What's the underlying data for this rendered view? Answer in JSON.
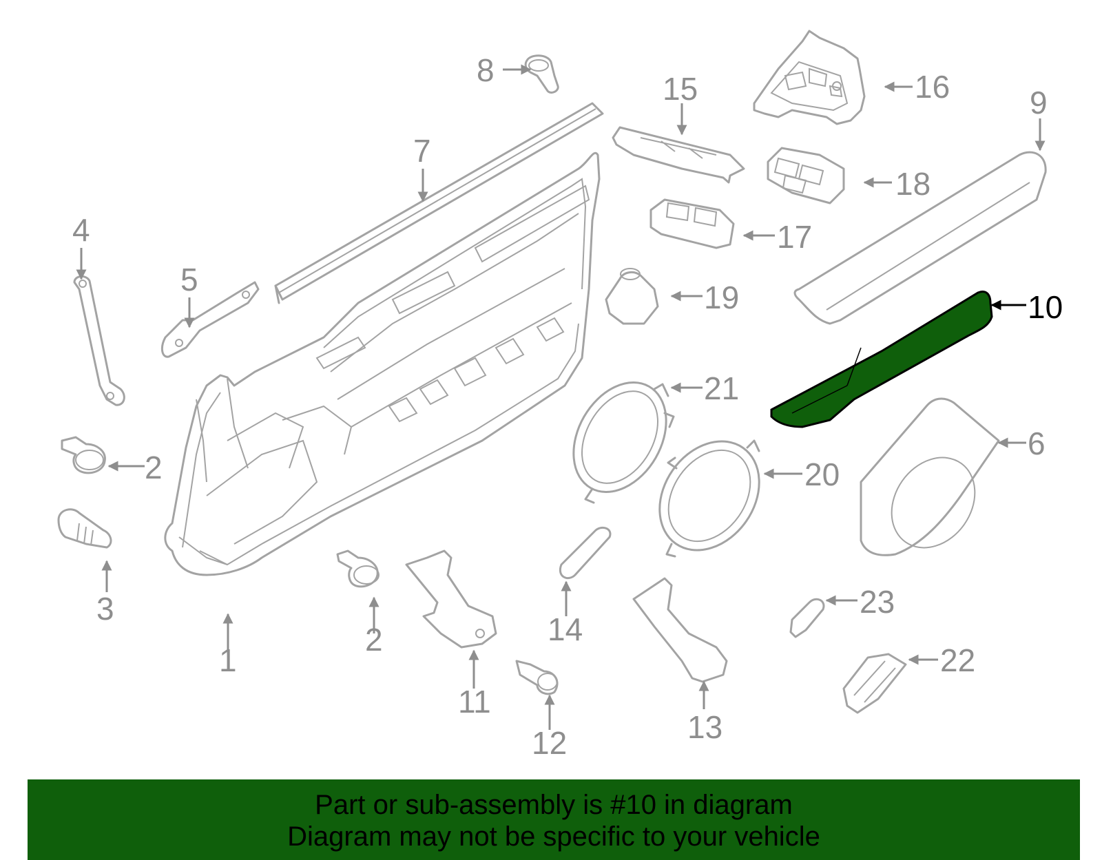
{
  "diagram": {
    "highlight_color": "#0f5f0b",
    "callouts": [
      {
        "id": "1",
        "label": "1"
      },
      {
        "id": "2a",
        "label": "2"
      },
      {
        "id": "2b",
        "label": "2"
      },
      {
        "id": "3",
        "label": "3"
      },
      {
        "id": "4",
        "label": "4"
      },
      {
        "id": "5",
        "label": "5"
      },
      {
        "id": "6",
        "label": "6"
      },
      {
        "id": "7",
        "label": "7"
      },
      {
        "id": "8",
        "label": "8"
      },
      {
        "id": "9",
        "label": "9"
      },
      {
        "id": "10",
        "label": "10",
        "highlighted": true
      },
      {
        "id": "11",
        "label": "11"
      },
      {
        "id": "12",
        "label": "12"
      },
      {
        "id": "13",
        "label": "13"
      },
      {
        "id": "14",
        "label": "14"
      },
      {
        "id": "15",
        "label": "15"
      },
      {
        "id": "16",
        "label": "16"
      },
      {
        "id": "17",
        "label": "17"
      },
      {
        "id": "18",
        "label": "18"
      },
      {
        "id": "19",
        "label": "19"
      },
      {
        "id": "20",
        "label": "20"
      },
      {
        "id": "21",
        "label": "21"
      },
      {
        "id": "22",
        "label": "22"
      },
      {
        "id": "23",
        "label": "23"
      }
    ]
  },
  "banner": {
    "line1": "Part or sub-assembly is #10 in diagram",
    "line2": "Diagram may not be specific to your vehicle",
    "background": "#0f5f0b"
  }
}
